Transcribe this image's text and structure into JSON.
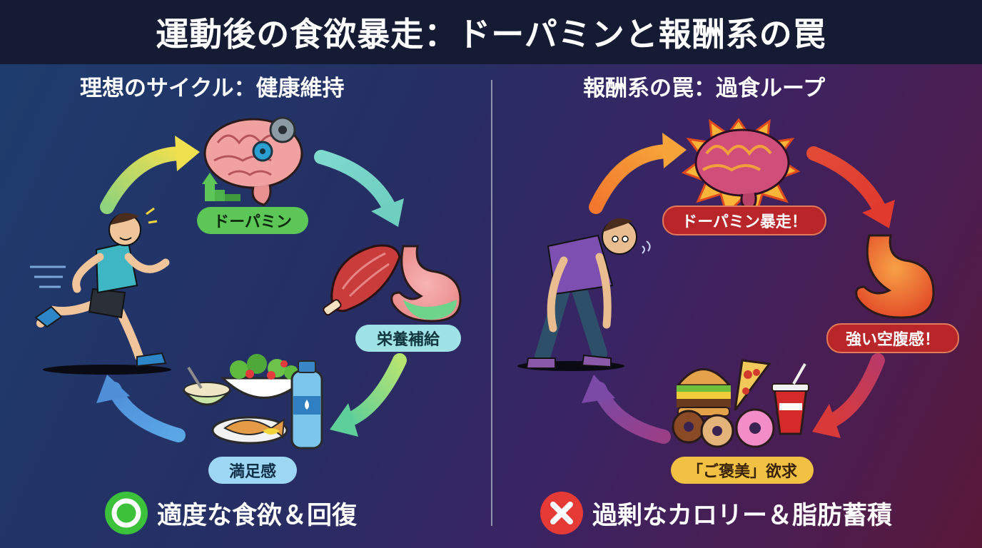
{
  "title": "運動後の食欲暴走：ドーパミンと報酬系の罠",
  "left": {
    "heading": "理想のサイクル：健康維持",
    "labels": {
      "dopamine": "ドーパミン",
      "nutrition": "栄養補給",
      "satisfaction": "満足感"
    },
    "verdict": "適度な食欲＆回復",
    "verdict_symbol": "circle-ok-icon"
  },
  "right": {
    "heading": "報酬系の罠：過食ループ",
    "labels": {
      "dopamine": "ドーパミン暴走！",
      "hunger": "強い空腹感！",
      "reward": "「ご褒美」欲求"
    },
    "verdict": "過剰なカロリー＆脂肪蓄積",
    "verdict_symbol": "cross-icon"
  },
  "colors": {
    "ok": "#3cc23a",
    "ng": "#e63a36",
    "gold": "#f1c143"
  }
}
